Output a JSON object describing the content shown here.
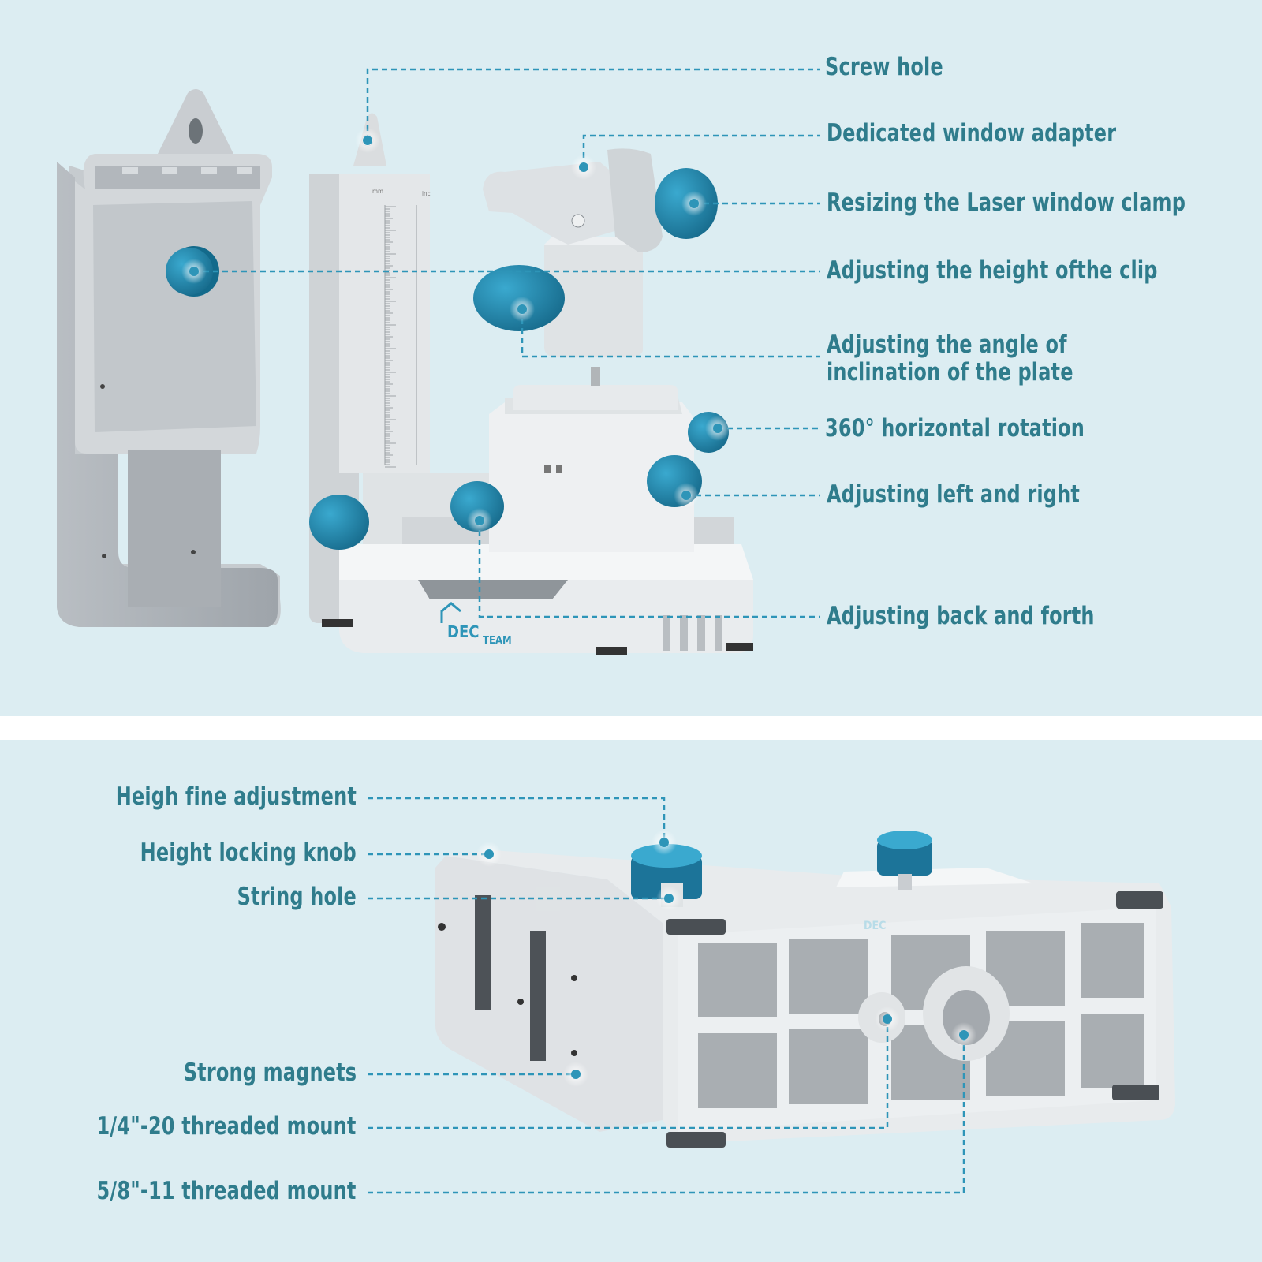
{
  "brand": {
    "logo_main": "DEC",
    "logo_sub": "TEAM"
  },
  "scale": {
    "unit_left": "mm",
    "unit_right": "inc"
  },
  "accent_color": "#2e95b8",
  "label_color": "#2f7c8c",
  "top_labels": {
    "screw_hole": "Screw hole",
    "window_adapter": "Dedicated window adapter",
    "window_clamp": "Resizing the Laser window clamp",
    "clip_height": "Adjusting the height ofthe clip",
    "plate_angle_line1": "Adjusting the angle of",
    "plate_angle_line2": "inclination of the plate",
    "rotation": "360° horizontal rotation",
    "left_right": "Adjusting left and right",
    "back_forth": "Adjusting back and forth"
  },
  "bottom_labels": {
    "fine_adjust": "Heigh fine adjustment",
    "locking_knob": "Height locking knob",
    "string_hole": "String hole",
    "magnets": "Strong magnets",
    "mount_quarter": "1/4\"-20 threaded mount",
    "mount_five_eighths": "5/8\"-11 threaded mount"
  }
}
